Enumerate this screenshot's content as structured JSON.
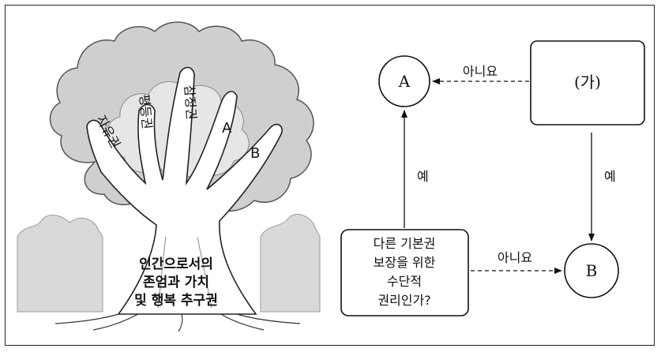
{
  "tree": {
    "branches": [
      "자유권",
      "평등권",
      "참정권",
      "A",
      "B"
    ],
    "trunk_lines": [
      "인간으로서의",
      "존엄과 가치",
      "및 행복 추구권"
    ]
  },
  "flowchart": {
    "node_a": "A",
    "node_ga": "(가)",
    "node_b": "B",
    "question_lines": [
      "다른 기본권",
      "보장을 위한",
      "수단적",
      "권리인가?"
    ],
    "edge_ga_to_a": "아니요",
    "edge_q_to_a": "예",
    "edge_ga_to_b": "예",
    "edge_q_to_b": "아니요"
  }
}
